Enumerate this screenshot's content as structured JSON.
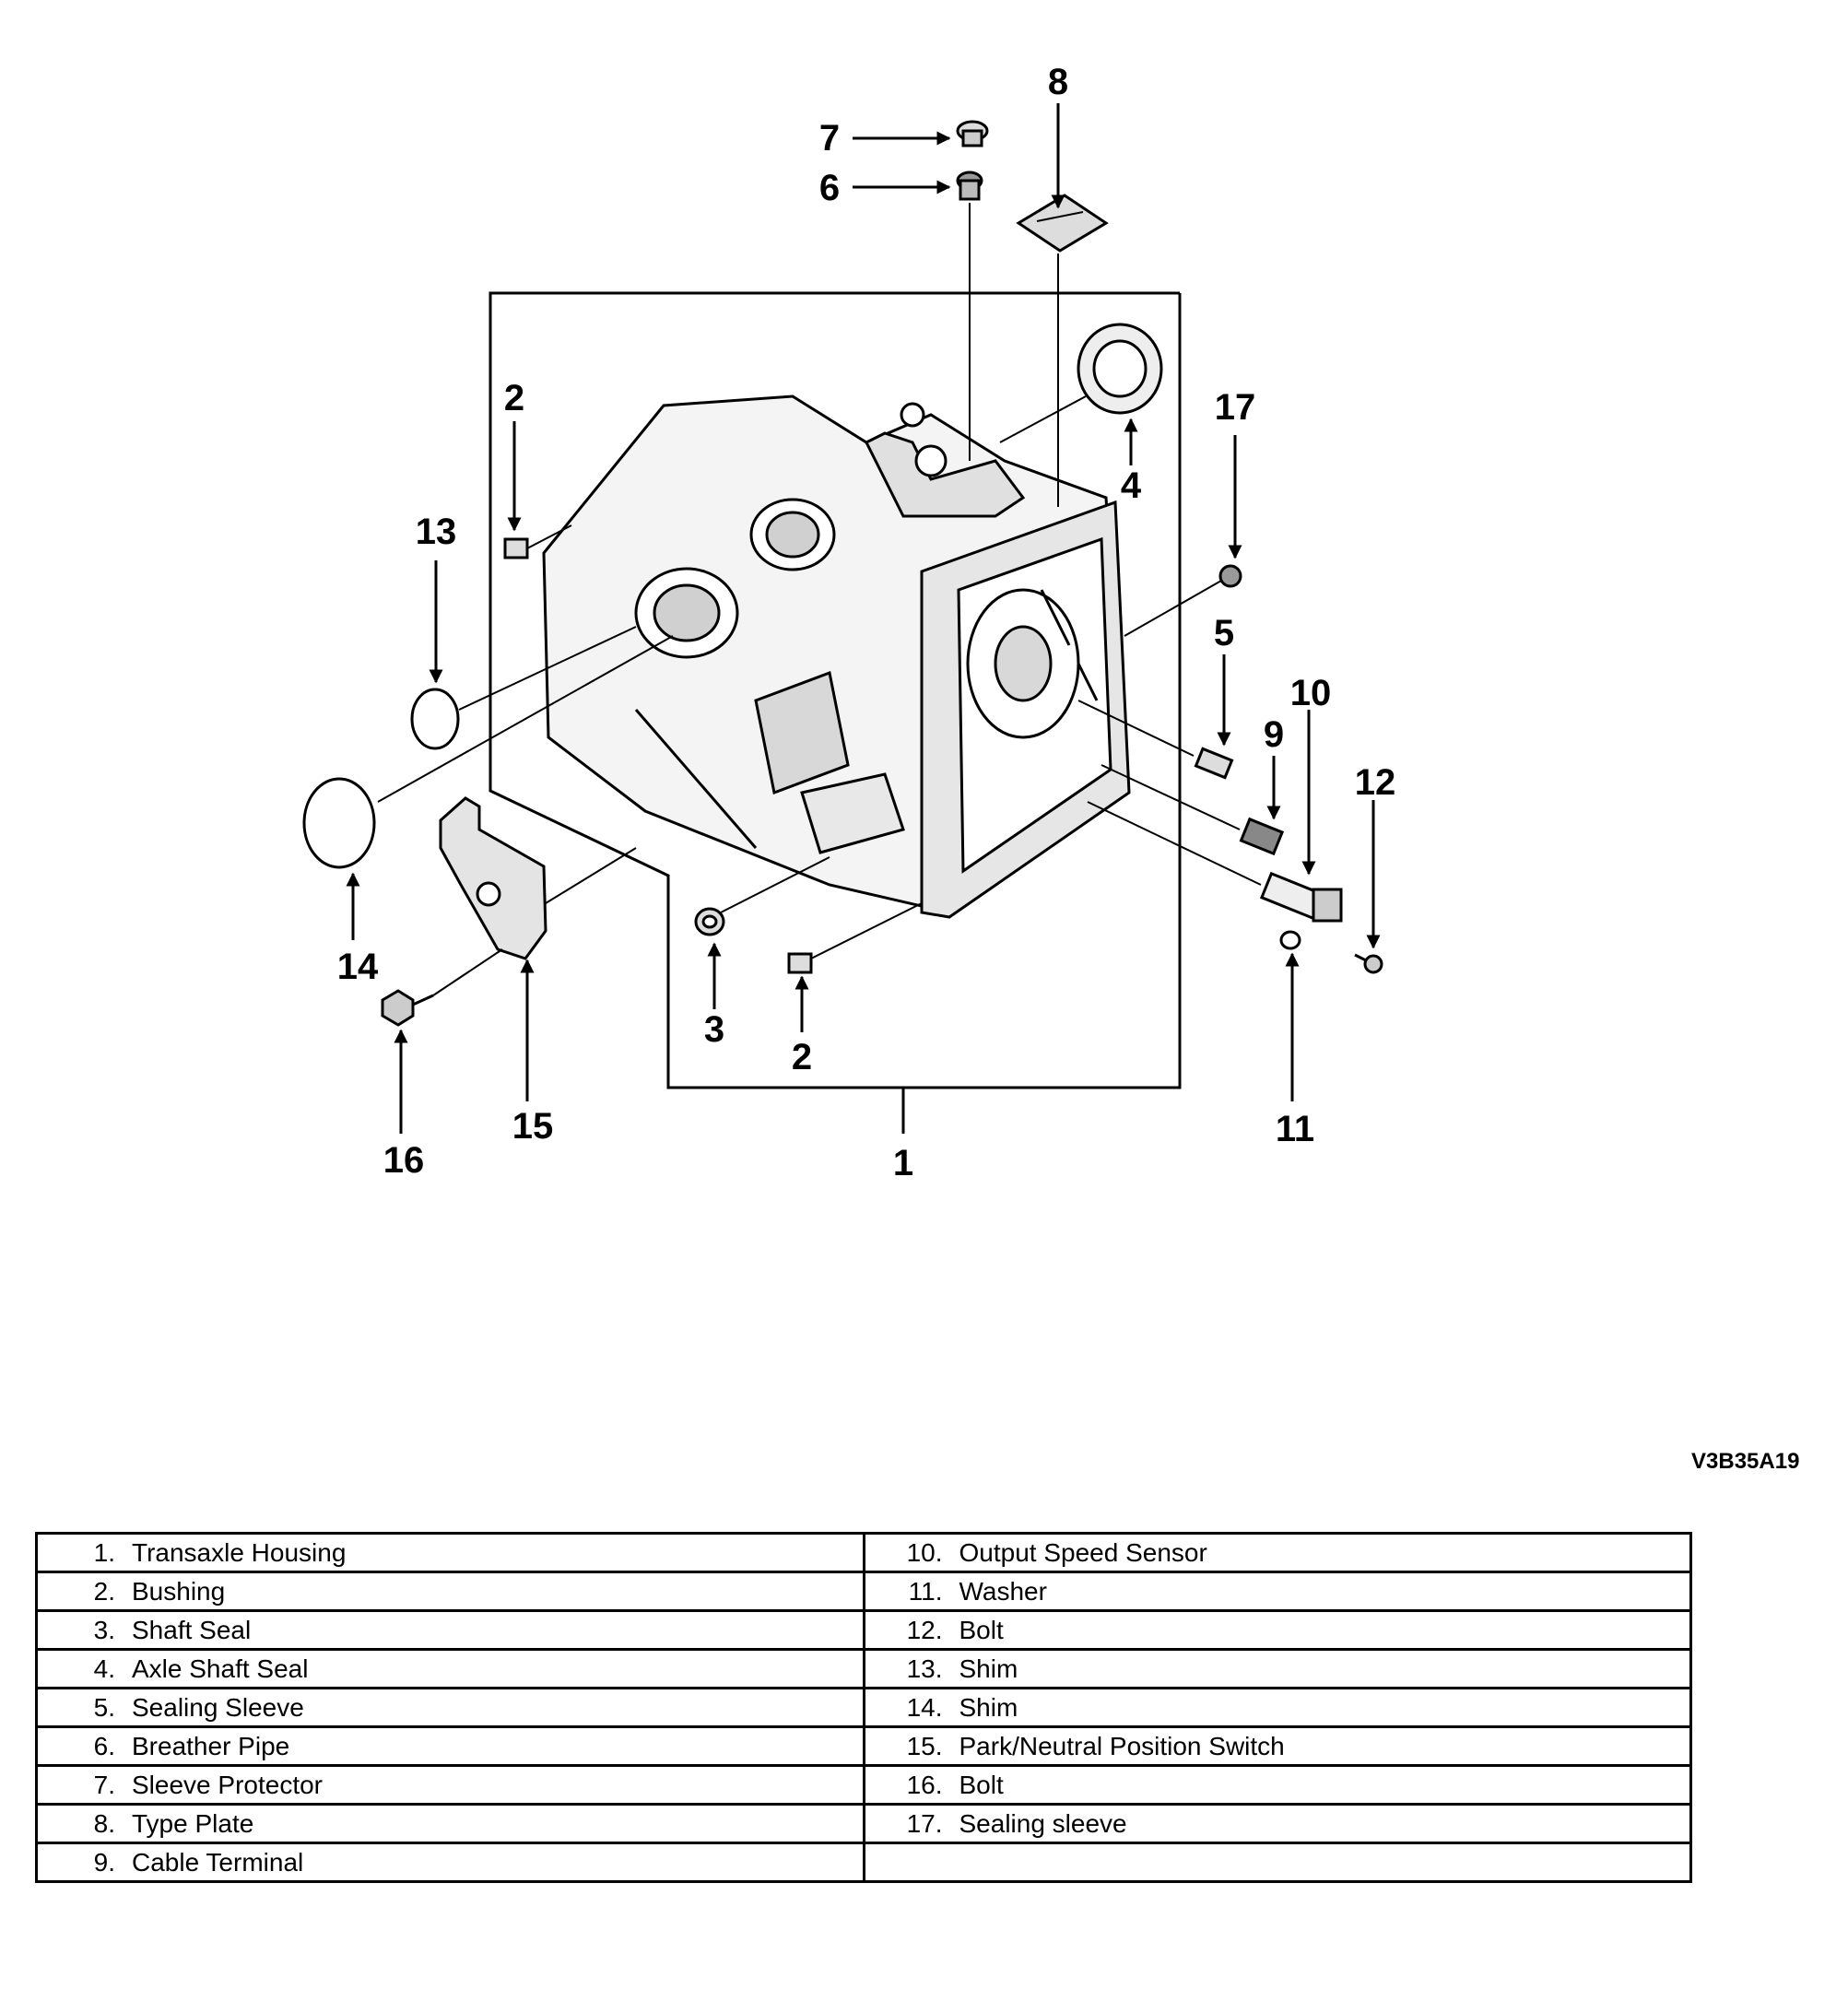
{
  "figure_code": "V3B35A19",
  "callouts": [
    {
      "id": "1",
      "text": "1"
    },
    {
      "id": "2a",
      "text": "2"
    },
    {
      "id": "2b",
      "text": "2"
    },
    {
      "id": "3",
      "text": "3"
    },
    {
      "id": "4",
      "text": "4"
    },
    {
      "id": "5",
      "text": "5"
    },
    {
      "id": "6",
      "text": "6"
    },
    {
      "id": "7",
      "text": "7"
    },
    {
      "id": "8",
      "text": "8"
    },
    {
      "id": "9",
      "text": "9"
    },
    {
      "id": "10",
      "text": "10"
    },
    {
      "id": "11",
      "text": "11"
    },
    {
      "id": "12",
      "text": "12"
    },
    {
      "id": "13",
      "text": "13"
    },
    {
      "id": "14",
      "text": "14"
    },
    {
      "id": "15",
      "text": "15"
    },
    {
      "id": "16",
      "text": "16"
    },
    {
      "id": "17",
      "text": "17"
    }
  ],
  "legend": {
    "rows": [
      {
        "left": {
          "num": "1.",
          "label": "Transaxle Housing"
        },
        "right": {
          "num": "10.",
          "label": "Output Speed Sensor"
        }
      },
      {
        "left": {
          "num": "2.",
          "label": "Bushing"
        },
        "right": {
          "num": "11.",
          "label": "Washer"
        }
      },
      {
        "left": {
          "num": "3.",
          "label": "Shaft Seal"
        },
        "right": {
          "num": "12.",
          "label": "Bolt"
        }
      },
      {
        "left": {
          "num": "4.",
          "label": "Axle Shaft Seal"
        },
        "right": {
          "num": "13.",
          "label": "Shim"
        }
      },
      {
        "left": {
          "num": "5.",
          "label": "Sealing Sleeve"
        },
        "right": {
          "num": "14.",
          "label": "Shim"
        }
      },
      {
        "left": {
          "num": "6.",
          "label": "Breather Pipe"
        },
        "right": {
          "num": "15.",
          "label": "Park/Neutral Position Switch"
        }
      },
      {
        "left": {
          "num": "7.",
          "label": "Sleeve Protector"
        },
        "right": {
          "num": "16.",
          "label": "Bolt"
        }
      },
      {
        "left": {
          "num": "8.",
          "label": "Type Plate"
        },
        "right": {
          "num": "17.",
          "label": "Sealing sleeve"
        }
      },
      {
        "left": {
          "num": "9.",
          "label": "Cable Terminal"
        },
        "right": {
          "num": "",
          "label": ""
        }
      }
    ]
  }
}
